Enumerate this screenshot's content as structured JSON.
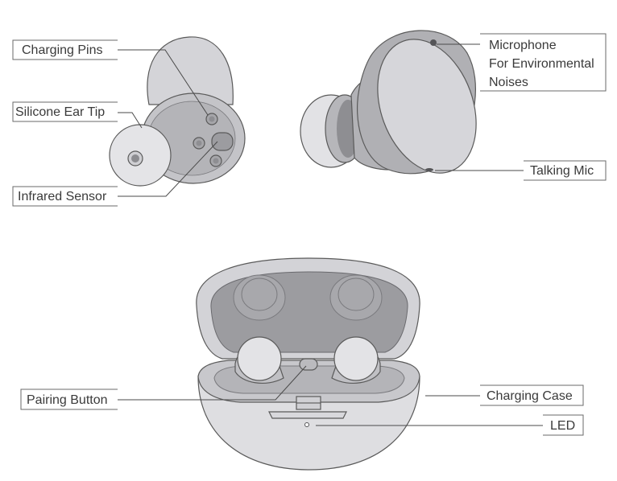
{
  "labels": {
    "charging_pins": "Charging Pins",
    "silicone_ear_tip": "Silicone Ear Tip",
    "infrared_sensor": "Infrared Sensor",
    "microphone_line1": "Microphone",
    "microphone_line2": "For Environmental",
    "microphone_line3": "Noises",
    "talking_mic": "Talking Mic",
    "pairing_button": "Pairing Button",
    "charging_case": "Charging Case",
    "led": "LED"
  },
  "colors": {
    "body_light": "#d9d9dc",
    "body_mid": "#c2c2c6",
    "body_dark": "#9a9a9e",
    "outline": "#5a5a5a",
    "text": "#3a3a3a"
  }
}
